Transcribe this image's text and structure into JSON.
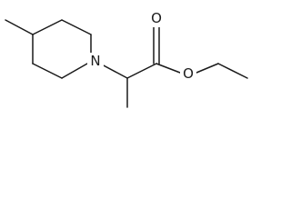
{
  "molecule": {
    "atoms": {
      "nitrogen": "N",
      "carbonyl_oxygen": "O",
      "ester_oxygen": "O"
    },
    "bond_color": "#1a1a1a",
    "background": "#ffffff"
  }
}
